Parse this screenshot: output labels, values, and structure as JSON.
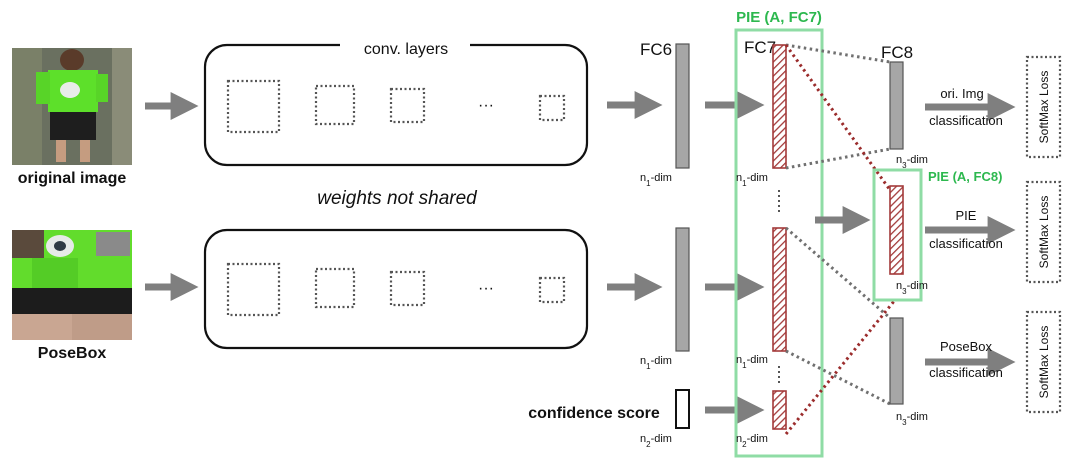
{
  "inputs": {
    "original_label": "original image",
    "posebox_label": "PoseBox",
    "confidence_label": "confidence score"
  },
  "conv": {
    "title": "conv. layers",
    "note": "weights not shared",
    "ellipsis": "···"
  },
  "layers": {
    "fc6": "FC6",
    "fc7": "FC7",
    "fc8": "FC8",
    "n1_main": "n",
    "n1_sub": "1",
    "n2_main": "n",
    "n2_sub": "2",
    "n3_main": "n",
    "n3_sub": "3",
    "dim_suffix": "-dim"
  },
  "pie": {
    "fc7_title": "PIE (A, FC7)",
    "fc8_title": "PIE (A, FC8)"
  },
  "outputs": {
    "ori_line1": "ori. Img",
    "ori_line2": "classification",
    "pie_line1": "PIE",
    "pie_line2": "classification",
    "pose_line1": "PoseBox",
    "pose_line2": "classification",
    "loss_label": "SoftMax Loss"
  },
  "colors": {
    "arrow": "#7f7f7f",
    "fc_bar": "#a6a6a6",
    "hatch_red": "#a33a3a",
    "pie_green": "#8fdca5",
    "pie_text": "#2db84f",
    "dotted_grey": "#707070",
    "dotted_red": "#9b2c2c"
  }
}
